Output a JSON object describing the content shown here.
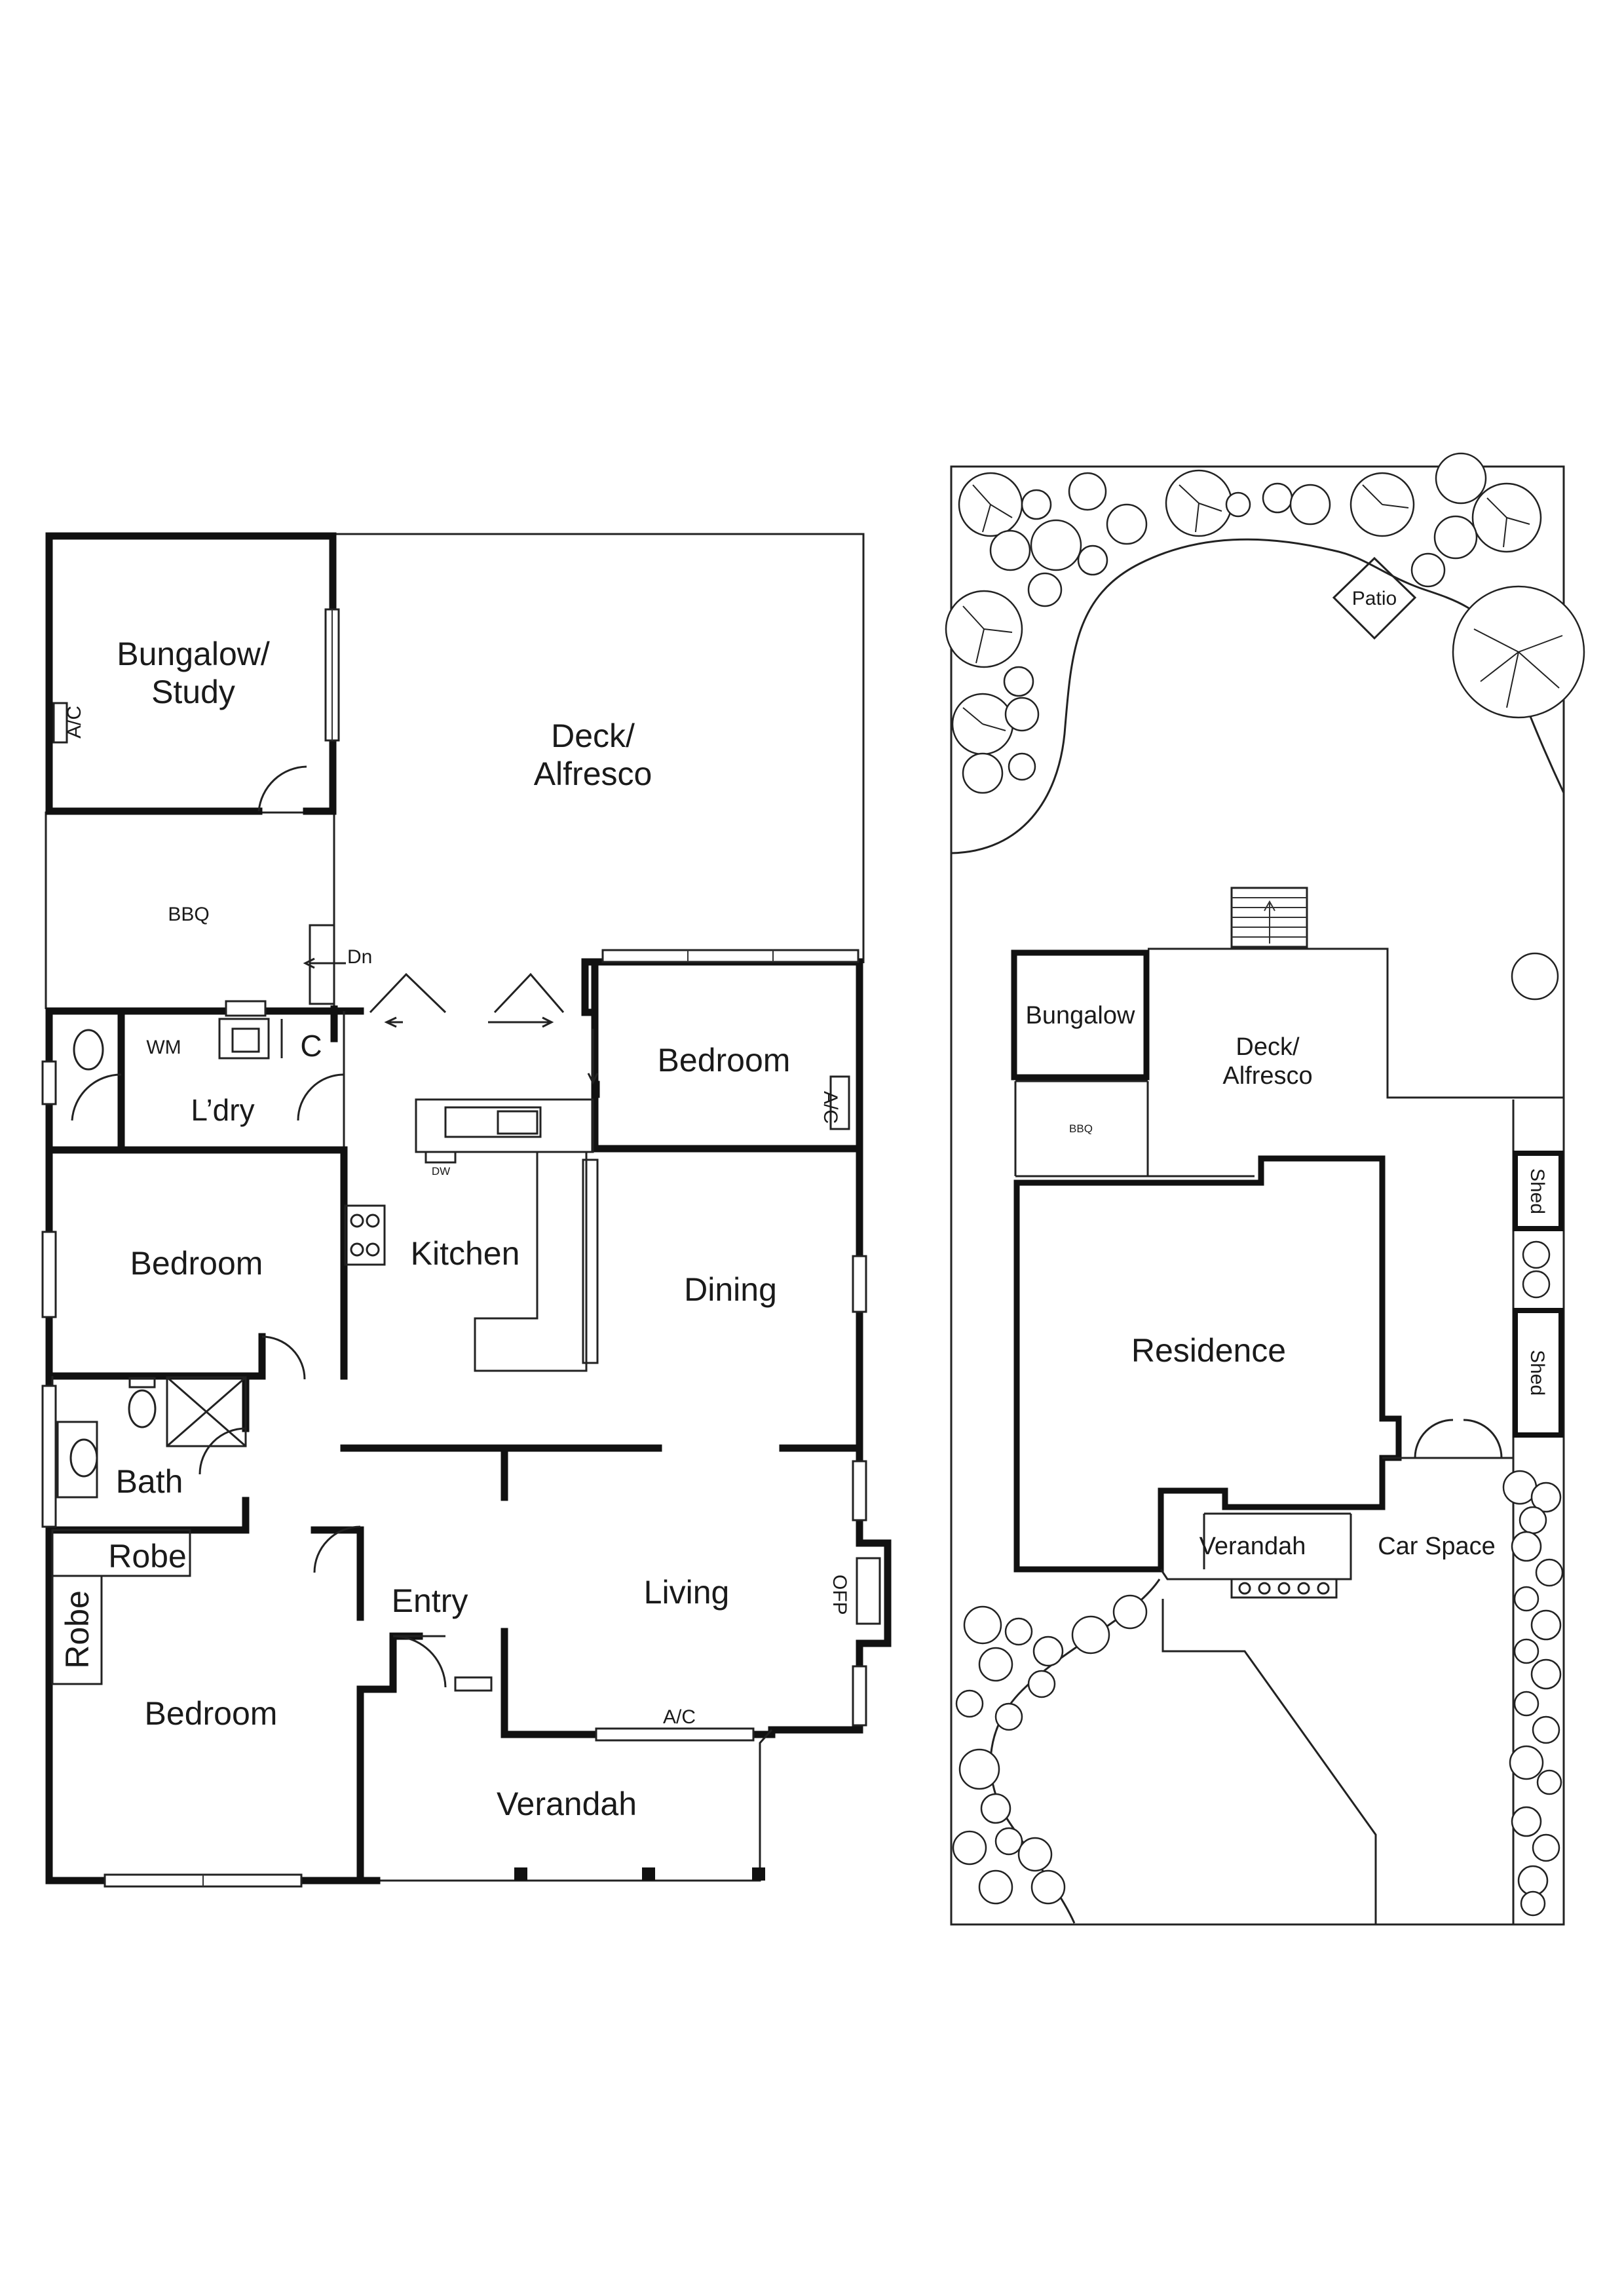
{
  "floor_plan": {
    "rooms": {
      "bungalow_study": "Bungalow/\nStudy",
      "deck_alfresco": "Deck/\nAlfresco",
      "bbq": "BBQ",
      "dn": "Dn",
      "wm": "WM",
      "c": "C",
      "laundry": "L’dry",
      "bedroom_rear": "Bedroom",
      "ac": "A/C",
      "dw": "DW",
      "bedroom_mid": "Bedroom",
      "kitchen": "Kitchen",
      "dining": "Dining",
      "bath": "Bath",
      "robe_top": "Robe",
      "robe_side": "Robe",
      "entry": "Entry",
      "living": "Living",
      "ofp": "OFP",
      "bedroom_front": "Bedroom",
      "verandah": "Verandah"
    }
  },
  "site_plan": {
    "labels": {
      "patio": "Patio",
      "bungalow": "Bungalow",
      "deck_alfresco": "Deck/\nAlfresco",
      "bbq": "BBQ",
      "shed_1": "Shed",
      "shed_2": "Shed",
      "residence": "Residence",
      "verandah": "Verandah",
      "car_space": "Car Space"
    }
  }
}
